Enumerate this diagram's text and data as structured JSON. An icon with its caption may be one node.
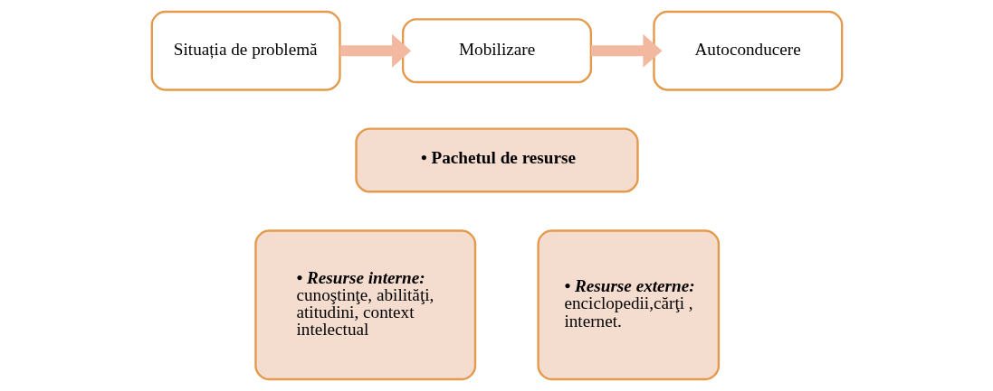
{
  "diagram": {
    "nodes": [
      {
        "text": [
          "Situația de problemă"
        ]
      },
      {
        "text": [
          "Mobilizare"
        ]
      },
      {
        "text": [
          "Autoconducere"
        ]
      },
      {
        "text": [
          "• Pachetul de resurse"
        ]
      },
      {
        "text": [
          "• Resurse interne:",
          "cunoştinţe, abilităţi, atitudini, context intelectual"
        ]
      },
      {
        "text": [
          "• Resurse externe:",
          "enciclopedii,cărţi , internet."
        ]
      }
    ],
    "edges": [
      {
        "from": 0,
        "to": 1,
        "arrow": "to"
      },
      {
        "from": 1,
        "to": 2,
        "arrow": "to"
      }
    ]
  }
}
